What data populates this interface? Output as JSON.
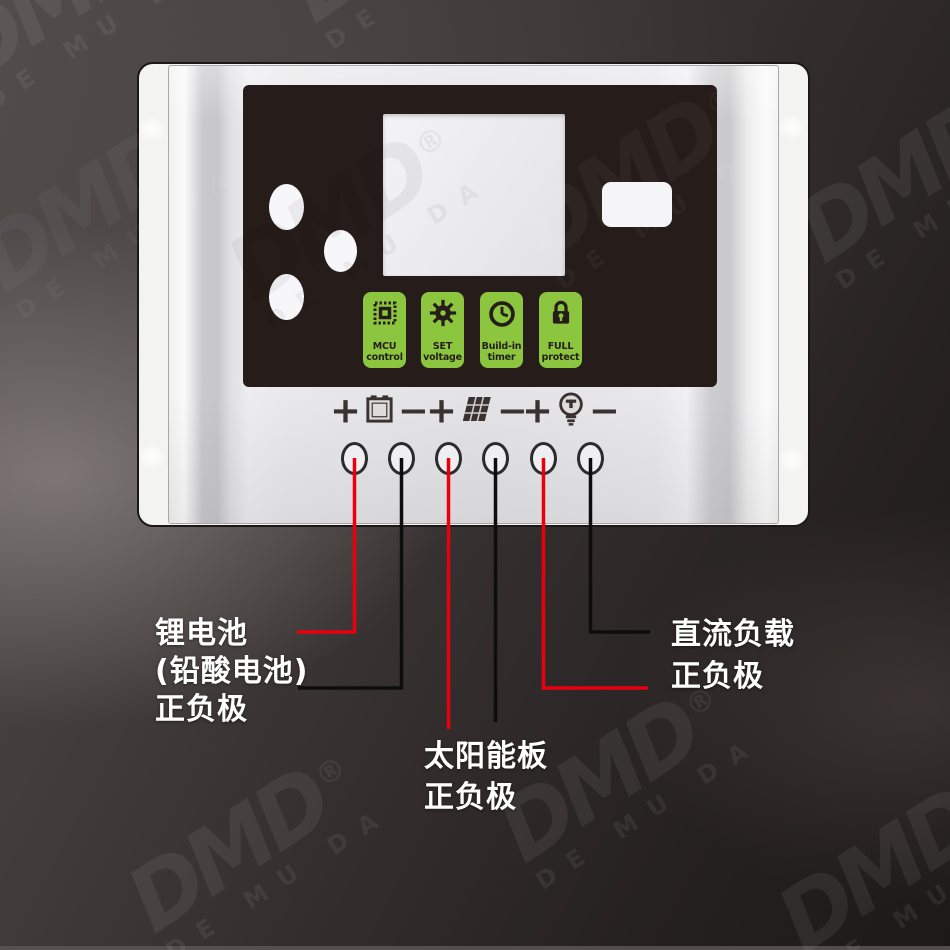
{
  "device": {
    "type_note": "solar charge controller front view",
    "function_buttons": [
      {
        "label_line1": "MCU",
        "label_line2": "control",
        "icon": "mcu-chip-icon"
      },
      {
        "label_line1": "SET",
        "label_line2": "voltage",
        "icon": "gear-icon"
      },
      {
        "label_line1": "Build-in",
        "label_line2": "timer",
        "icon": "clock-icon"
      },
      {
        "label_line1": "FULL",
        "label_line2": "protect",
        "icon": "padlock-icon"
      }
    ],
    "terminal_groups": [
      {
        "name": "battery",
        "positive": "+",
        "negative": "−",
        "icon": "battery-icon"
      },
      {
        "name": "solar-panel",
        "positive": "+",
        "negative": "−",
        "icon": "solar-panel-icon"
      },
      {
        "name": "dc-load",
        "positive": "+",
        "negative": "−",
        "icon": "bulb-icon"
      }
    ],
    "terminal_count": 6
  },
  "annotations": {
    "battery_terminals": {
      "line1": "锂电池",
      "line2": "(铅酸电池)",
      "line3": "正负极"
    },
    "solar_terminals": {
      "line1": "太阳能板",
      "line2": "正负极"
    },
    "load_terminals": {
      "line1": "直流负载",
      "line2": "正负极"
    }
  },
  "watermark": {
    "logo": "DMD",
    "registered": "®",
    "subtext": "DE MU DA"
  },
  "colors": {
    "button_green": "#8cc63e",
    "panel_dark": "#261d1b",
    "wire_positive_red": "#e8000d",
    "wire_negative_black": "#0d0d0d",
    "body_light": "#e8e8ea",
    "annotation_text": "#ffffff"
  }
}
